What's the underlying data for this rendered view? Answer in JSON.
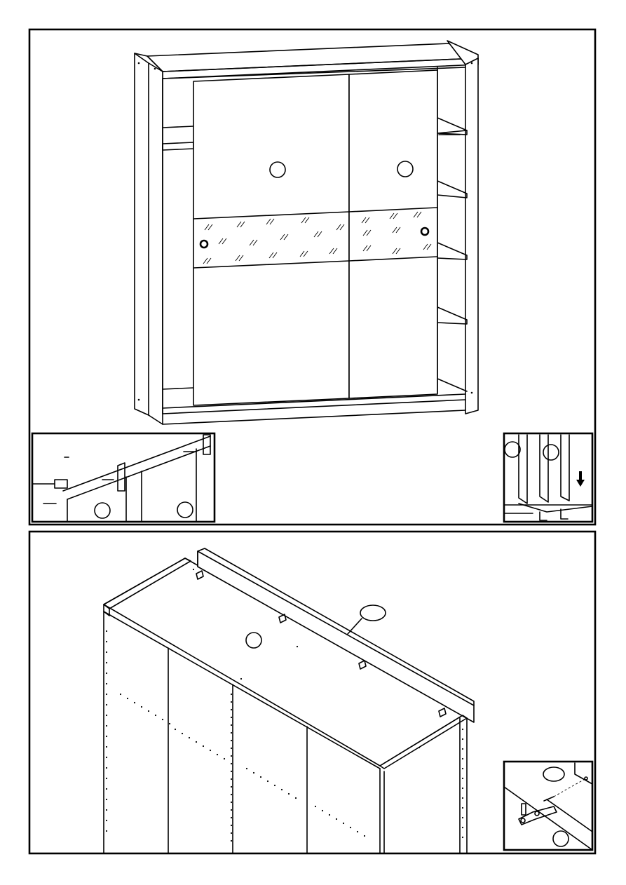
{
  "document": {
    "panels": [
      {
        "id": "top",
        "insets": [
          "track-detail",
          "foot-detail"
        ]
      },
      {
        "id": "bottom",
        "insets": [
          "bracket-detail"
        ]
      }
    ],
    "callout_labels": {
      "door_left": "",
      "door_right": "",
      "track_left": "",
      "track_right": "",
      "foot_left": "",
      "foot_right": "",
      "top_panel": "",
      "rail": "",
      "bracket_top": "",
      "bracket_bottom": ""
    },
    "icons": [
      "arrow-down-icon"
    ]
  }
}
